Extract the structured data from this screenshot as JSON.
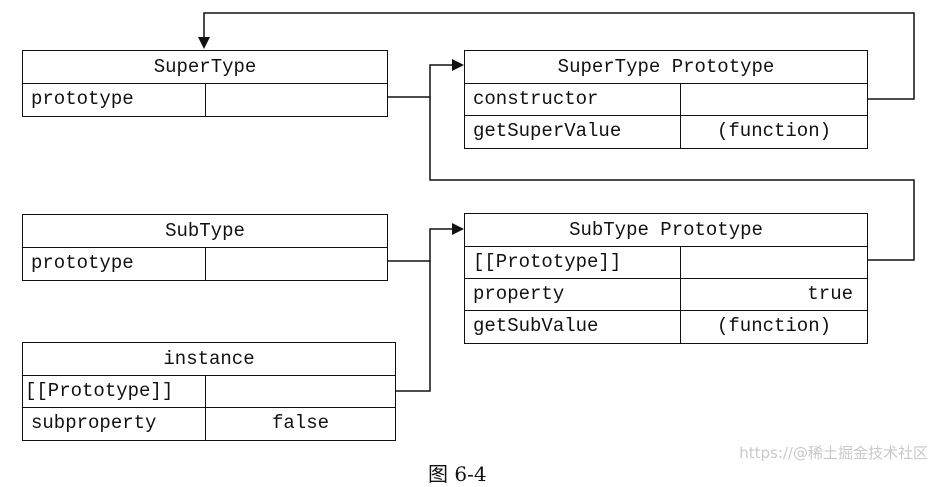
{
  "tables": {
    "supertype": {
      "title": "SuperType",
      "rows": [
        {
          "key": "prototype",
          "value": ""
        }
      ]
    },
    "supertype_proto": {
      "title": "SuperType Prototype",
      "rows": [
        {
          "key": "constructor",
          "value": ""
        },
        {
          "key": "getSuperValue",
          "value": "(function)"
        }
      ]
    },
    "subtype": {
      "title": "SubType",
      "rows": [
        {
          "key": "prototype",
          "value": ""
        }
      ]
    },
    "subtype_proto": {
      "title": "SubType Prototype",
      "rows": [
        {
          "key": "[[Prototype]]",
          "value": ""
        },
        {
          "key": "property",
          "value": "true"
        },
        {
          "key": "getSubValue",
          "value": "(function)"
        }
      ]
    },
    "instance": {
      "title": "instance",
      "rows": [
        {
          "key": "[[Prototype]]",
          "value": ""
        },
        {
          "key": "subproperty",
          "value": "false"
        }
      ]
    }
  },
  "caption": "图 6-4",
  "watermark": "https://@稀土掘金技术社区"
}
